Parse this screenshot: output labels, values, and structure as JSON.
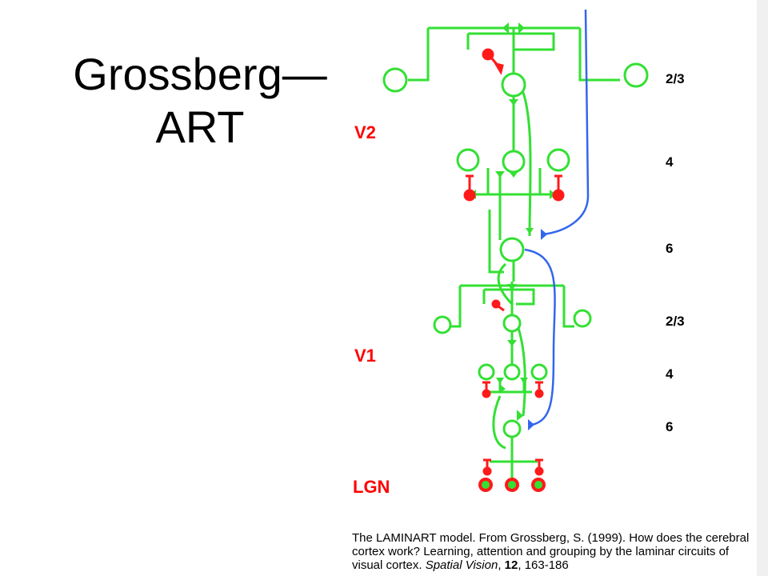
{
  "title": {
    "line1": "Grossberg—",
    "line2": "ART"
  },
  "areas": {
    "v2": "V2",
    "v1": "V1",
    "lgn": "LGN"
  },
  "layers": {
    "v2_l23": "2/3",
    "v2_l4": "4",
    "v2_l6": "6",
    "v1_l23": "2/3",
    "v1_l4": "4",
    "v1_l6": "6"
  },
  "caption": {
    "text1": "The LAMINART model.  From Grossberg, S. (1999).  How does the cerebral cortex work? Learning, attention and grouping by the laminar circuits of visual cortex.  ",
    "journal": "Spatial Vision",
    "sep1": ", ",
    "volume": "12",
    "pages": ", 163-186"
  },
  "colors": {
    "excitatory": "#33e033",
    "inhibitory": "#ff1a1a",
    "feedback": "#3366ee",
    "area_label": "#ff0000"
  }
}
